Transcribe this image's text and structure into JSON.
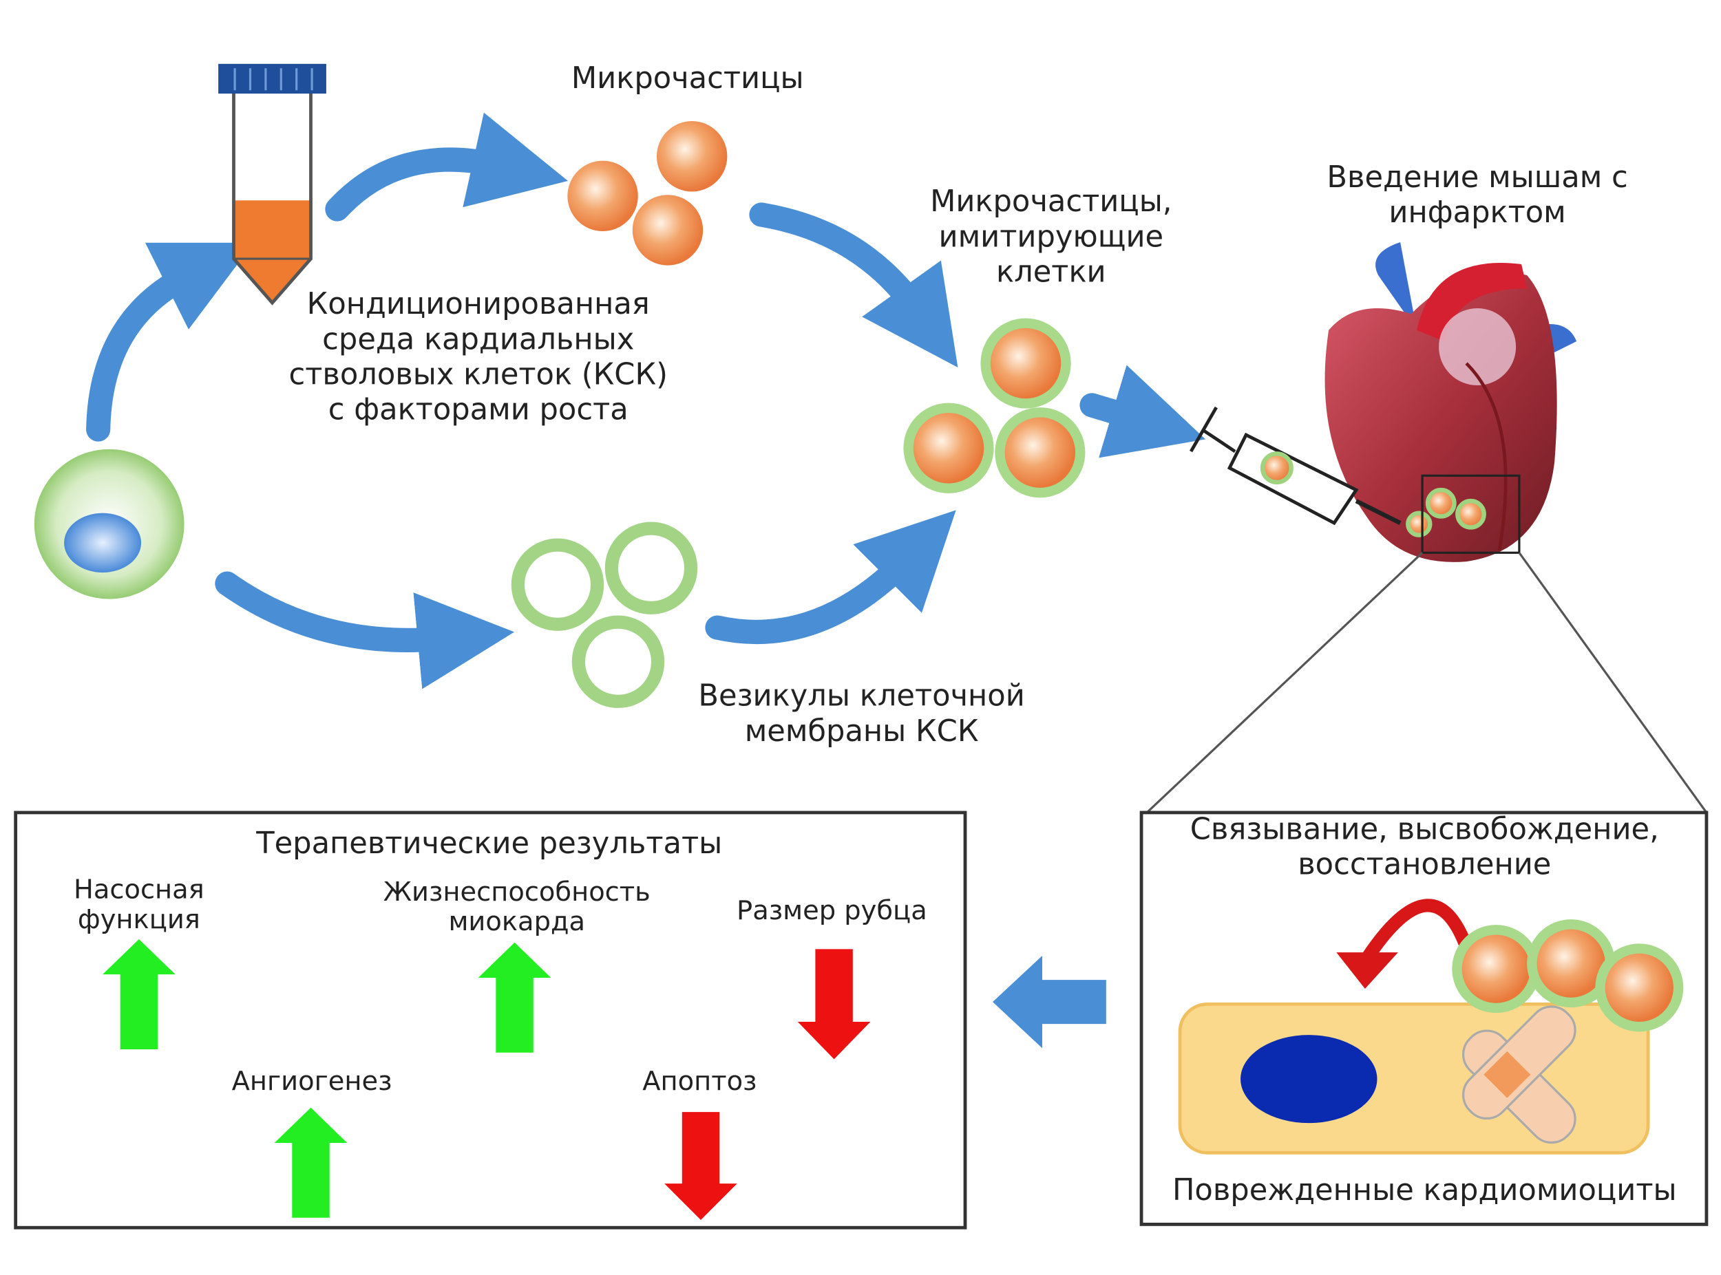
{
  "labels": {
    "microparticles": "Микрочастицы",
    "conditioned_medium": [
      "Кондиционированная",
      "среда кардиальных",
      "стволовых клеток (КСК)",
      "с факторами роста"
    ],
    "cell_mimicking": [
      "Микрочастицы,",
      "имитирующие",
      "клетки"
    ],
    "injection": [
      "Введение мышам с",
      "инфарктом"
    ],
    "vesicles": [
      "Везикулы клеточной",
      "мембраны КСК"
    ],
    "binding": [
      "Связывание, высвобождение,",
      "восстановление"
    ],
    "damaged_cells": "Поврежденные кардиомиоциты"
  },
  "results": {
    "title": "Терапевтические результаты",
    "items": [
      {
        "label": [
          "Насосная",
          "функция"
        ],
        "direction": "up",
        "color": "#22ee22"
      },
      {
        "label": [
          "Жизнеспособность",
          "миокарда"
        ],
        "direction": "up",
        "color": "#22ee22"
      },
      {
        "label": [
          "Размер рубца"
        ],
        "direction": "down",
        "color": "#ee1111"
      },
      {
        "label": [
          "Ангиогенез"
        ],
        "direction": "up",
        "color": "#22ee22"
      },
      {
        "label": [
          "Апоптоз"
        ],
        "direction": "down",
        "color": "#ee1111"
      }
    ]
  },
  "colors": {
    "flow_arrow": "#4a8fd6",
    "orange": "#ee8a4a",
    "green_ring": "#9fd37f",
    "nucleus": "#0a2bb0"
  }
}
